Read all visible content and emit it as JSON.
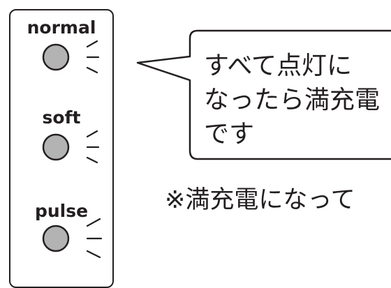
{
  "indicator_panel": {
    "modes": [
      {
        "label": "normal"
      },
      {
        "label": "soft"
      },
      {
        "label": "pulse"
      }
    ]
  },
  "speech_bubble": {
    "lines": [
      "すべて点灯に",
      "なったら満充電",
      "です"
    ]
  },
  "note": {
    "text": "※満充電になって"
  },
  "colors": {
    "outline": "#231f20",
    "led_fill": "#b3b3b3",
    "background": "#ffffff"
  }
}
